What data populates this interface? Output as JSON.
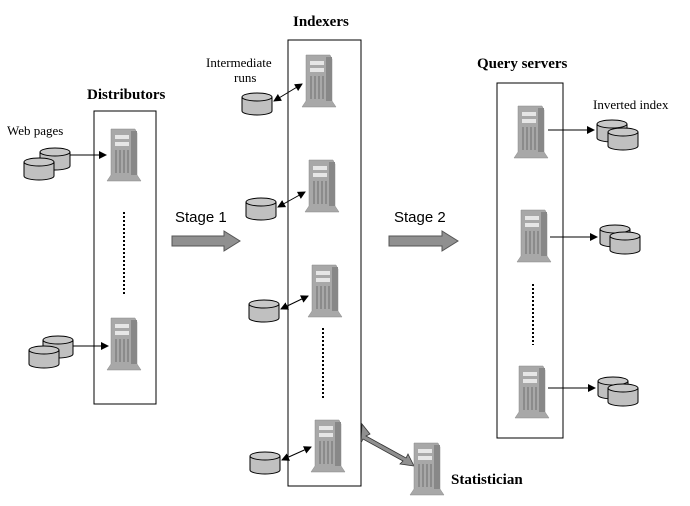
{
  "diagram": {
    "groups": {
      "distributors": "Distributors",
      "indexers": "Indexers",
      "query_servers": "Query servers",
      "statistician": "Statistician"
    },
    "labels": {
      "web_pages": "Web pages",
      "intermediate_runs_line1": "Intermediate",
      "intermediate_runs_line2": "runs",
      "inverted_index": "Inverted index"
    },
    "stages": {
      "stage1": "Stage 1",
      "stage2": "Stage 2"
    },
    "colors": {
      "server": "#a8a8a8",
      "disk": "#c0c0c0",
      "arrow_fill": "#909090",
      "line": "#000000"
    }
  }
}
